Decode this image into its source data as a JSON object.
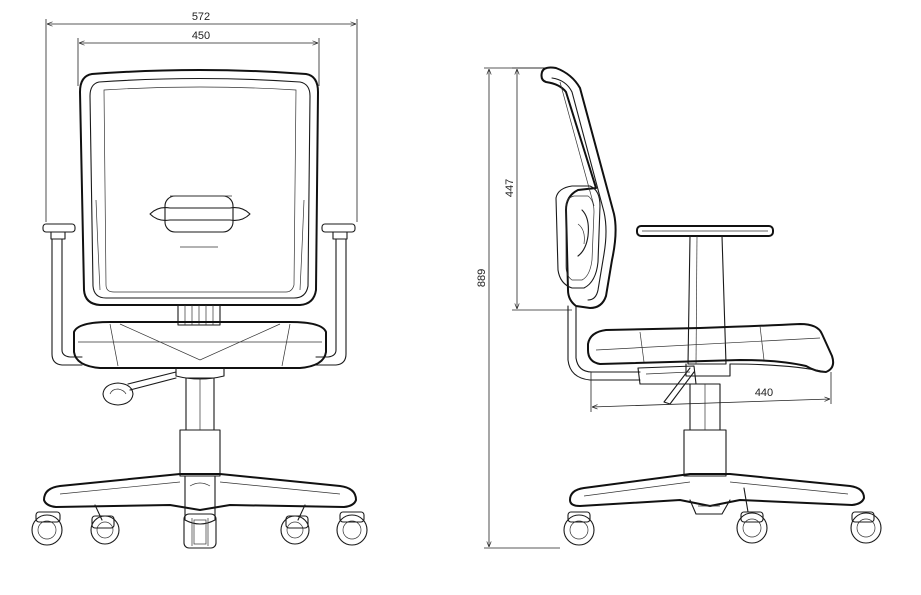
{
  "dimensions": {
    "overall_width": "572",
    "seat_width": "450",
    "backrest_height": "447",
    "overall_height": "889",
    "seat_depth": "440"
  },
  "colors": {
    "line": "#1a1a1a",
    "background": "#ffffff"
  }
}
